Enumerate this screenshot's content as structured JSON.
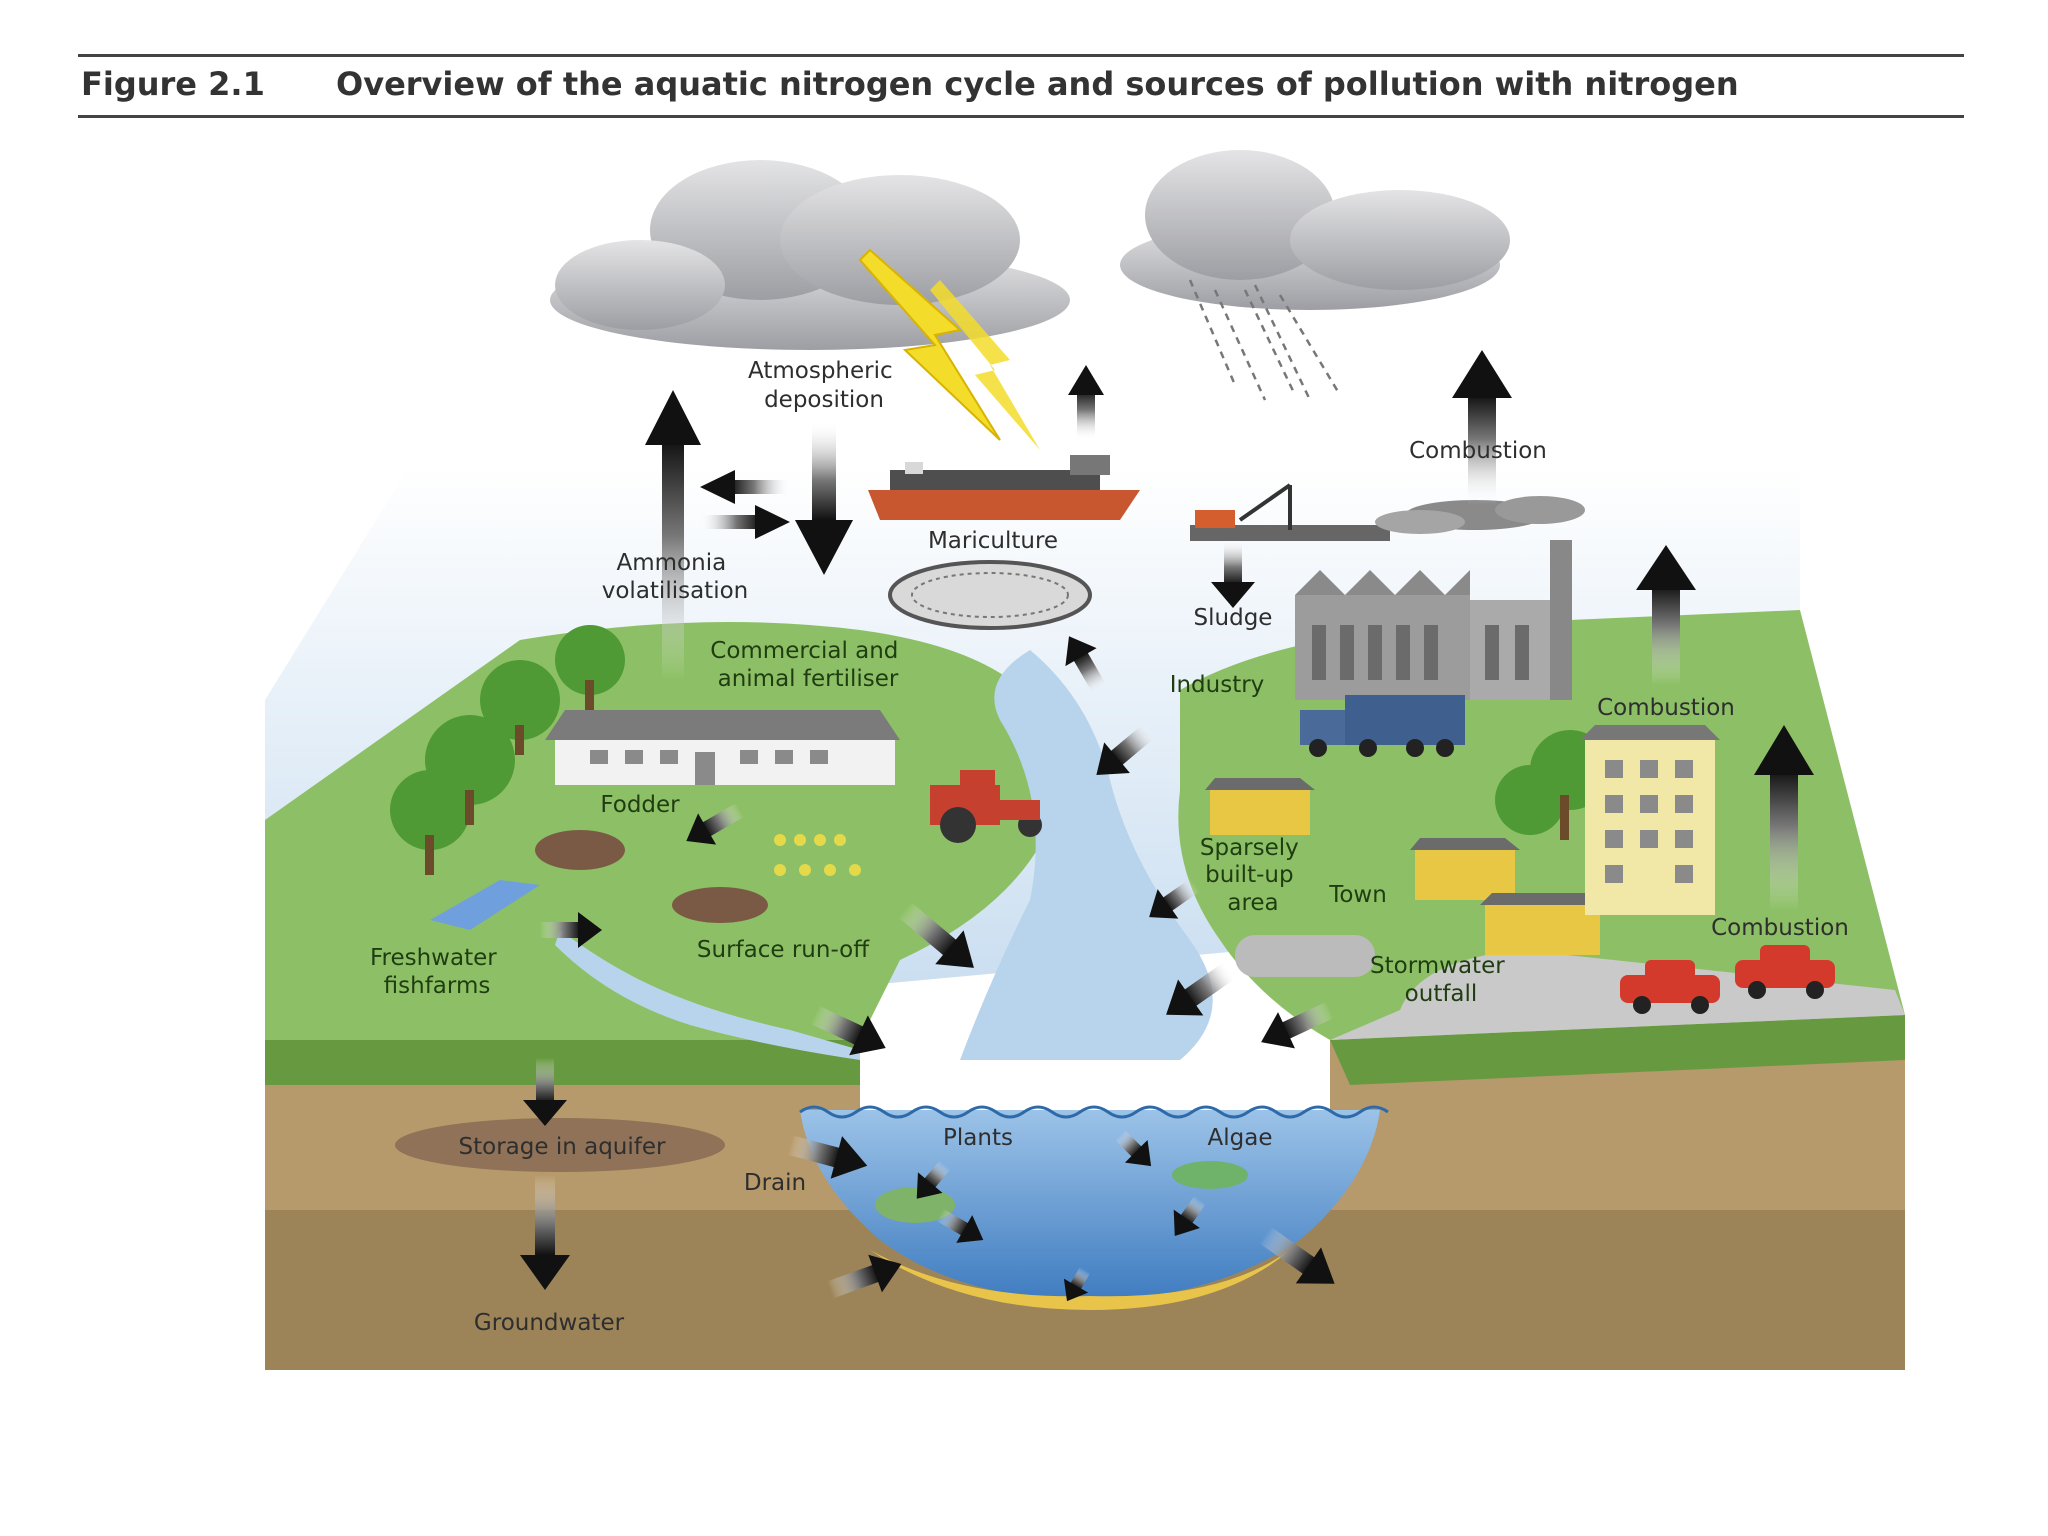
{
  "figure": {
    "number": "Figure 2.1",
    "title": "Overview of the aquatic nitrogen cycle and sources of pollution with nitrogen"
  },
  "labels": {
    "atmospheric_deposition": [
      "Atmospheric",
      "deposition"
    ],
    "ammonia_volatilisation": [
      "Ammonia",
      "volatilisation"
    ],
    "mariculture": "Mariculture",
    "sludge": "Sludge",
    "combustion_top": "Combustion",
    "combustion_mid": "Combustion",
    "combustion_right": "Combustion",
    "industry": "Industry",
    "commercial_fertiliser": [
      "Commercial and",
      "animal fertiliser"
    ],
    "fodder": "Fodder",
    "sparsely_built": [
      "Sparsely",
      "built-up",
      "area"
    ],
    "town": "Town",
    "freshwater_fishfarms": [
      "Freshwater",
      "fishfarms"
    ],
    "surface_runoff": "Surface run-off",
    "stormwater_outfall": [
      "Stormwater",
      "outfall"
    ],
    "storage_in_aquifer": "Storage in aquifer",
    "drain": "Drain",
    "plants": "Plants",
    "algae": "Algae",
    "groundwater": "Groundwater"
  },
  "colors": {
    "grass": "#8dc066",
    "grass_dark": "#5e9a3c",
    "water": "#c9ddef",
    "water_deep": "#4d88c8",
    "soil_top": "#b79a6b",
    "soil_bottom": "#9c8458",
    "cloud": "#b5b6ba",
    "tree": "#4f9a34",
    "house_yellow": "#e7c743",
    "car_red": "#d33a2c"
  }
}
